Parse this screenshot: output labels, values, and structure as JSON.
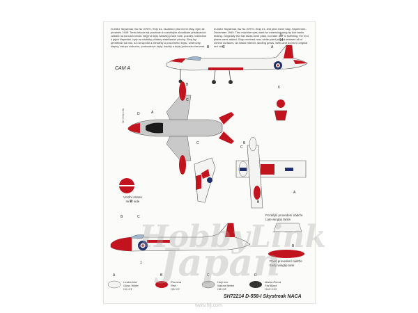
{
  "text_left_cz": "D-558-I Skystreak, Bu No 37970, Ship #1, zkušební pilot Gene May, říjen až prosinec 1949. Tento letoun byl používán k rozsáhlým zkouškám přistávacích vztlaků na koncích křídla. Nejprve byly nádržky pravé holé, později, vzhledem k jejich třepetání, byly na nádržky přidány stabilizační plochy. Stroj byl přestříkán na bílo, až na spodní a čtenářky a posuvného krytu, směrovky, klapky, vstupu vzduchu, podvozkové kryty, šachty a kryty podvozku červené.",
  "text_right_en": "D-558-I Skystreak, Bu No 37970, Ship #1, test pilot Gene May, September-December 1949. This machine was used for extensive wing tip fuel tanks testing. Originally the fuel tanks were plain, but later due to buffeting, the end plates were added. Ship received new, white paint job but retained all of control surfaces, air intake interior, landing gears, wells and doors in original red color.",
  "cam_label": "CAM A",
  "letters": {
    "a": "A",
    "b": "B",
    "c": "C",
    "d": "D",
    "e": "E"
  },
  "numbers": {
    "n14": "14",
    "n11": "11",
    "n6": "6",
    "n1": "1"
  },
  "inner_side_cz": "Vnitřní strana",
  "inner_side_en": "Inner side",
  "late_tanks_cz": "Pozdější provedení nádrže",
  "late_tanks_en": "Late wingtip tanks",
  "early_tanks_cz": "První provedení nádrže",
  "early_tanks_en": "Early wingtip tank",
  "legend": [
    {
      "letter": "A",
      "cz": "Lesklá bílá",
      "en": "Gloss White",
      "code": "H1/ C1",
      "color": "#f4f4f2"
    },
    {
      "letter": "B",
      "cz": "Červená",
      "en": "Red",
      "code": "H3/ C3",
      "color": "#c2141e"
    },
    {
      "letter": "C",
      "cz": "Holý kov",
      "en": "Natural Metal",
      "code": "H8/ C8",
      "color": "#c9c9c9"
    },
    {
      "letter": "D",
      "cz": "Matná Černá",
      "en": "Flat Black",
      "code": "H12/ C33",
      "color": "#333333"
    }
  ],
  "title": "SH72214 D-558-I Skystreak NACA",
  "side_code": "SH 72214 ZN",
  "watermark": {
    "main": "HobbyLink",
    "sub": "Japan",
    "url": "www.hlj.com"
  },
  "colors": {
    "red": "#c2141e",
    "white": "#f4f4f2",
    "metal": "#c9c9c9",
    "black": "#333333",
    "navy": "#1f2f6b"
  }
}
